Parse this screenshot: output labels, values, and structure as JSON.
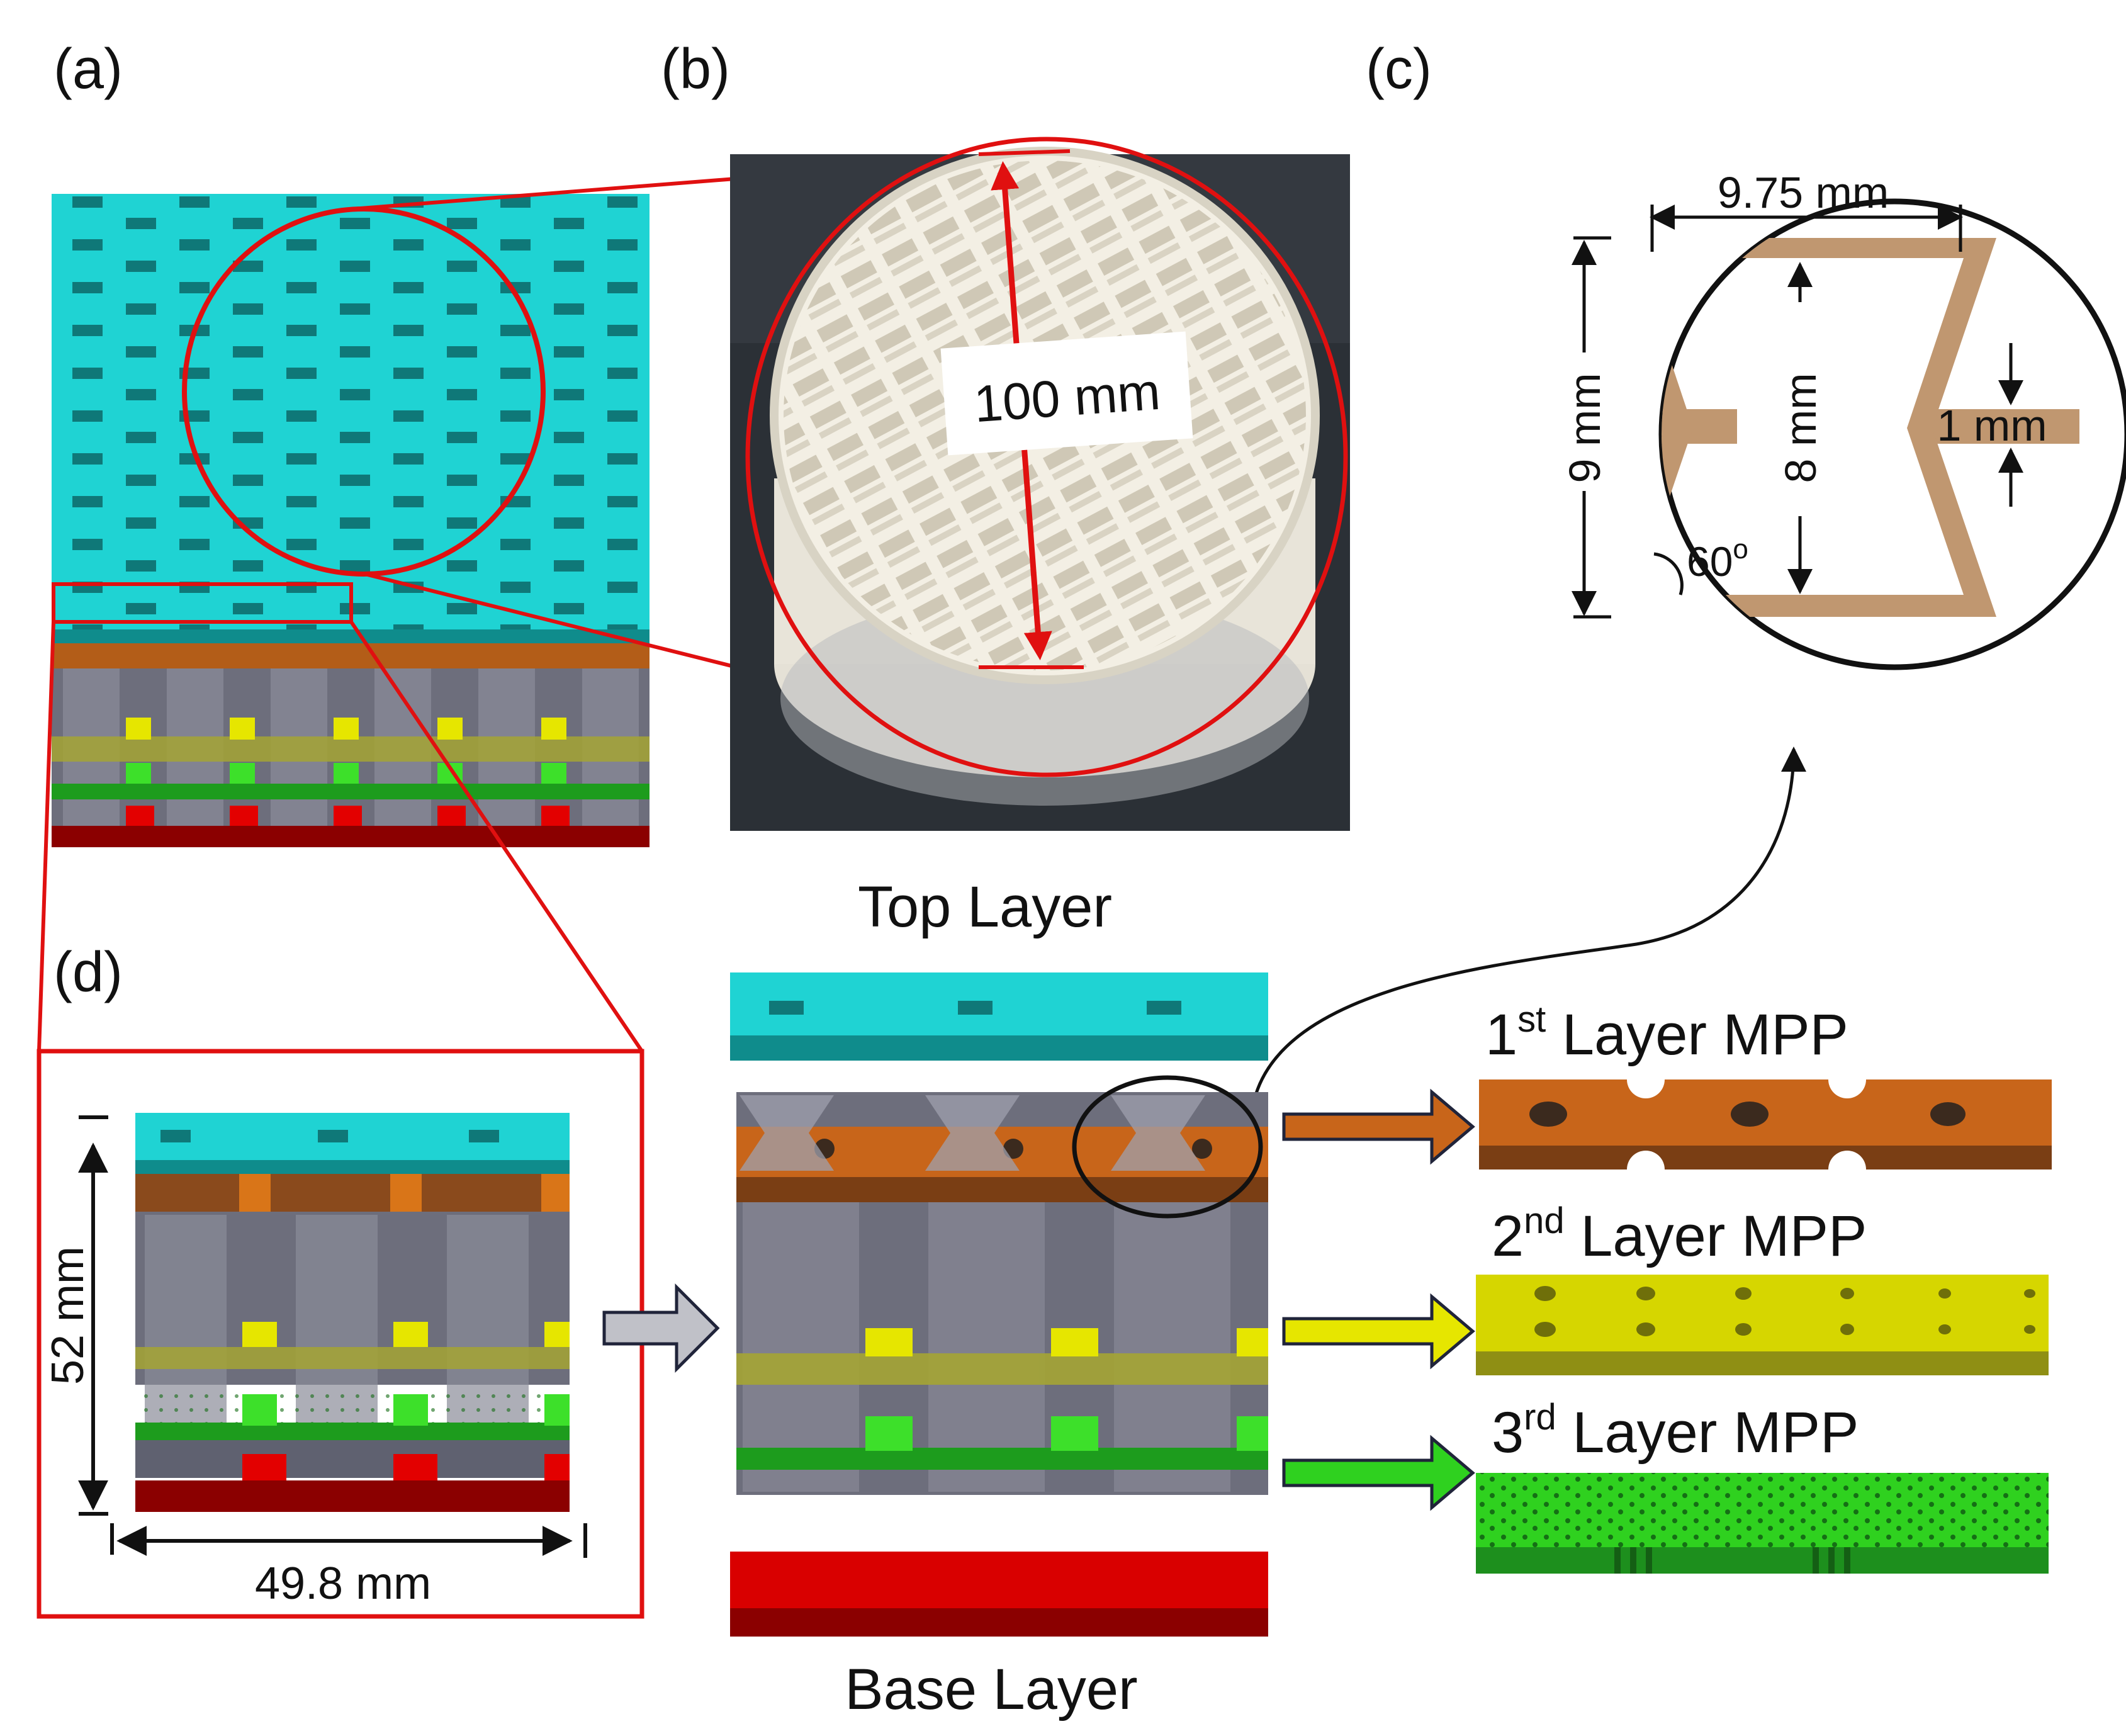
{
  "panels": {
    "a": "(a)",
    "b": "(b)",
    "c": "(c)",
    "d": "(d)"
  },
  "photo": {
    "diameter_label": "100 mm"
  },
  "cell_detail": {
    "width_label": "9.75 mm",
    "height_label": "9 mm",
    "inner_label": "8 mm",
    "thickness_label": "1 mm",
    "angle_label": "60",
    "angle_sup": "o"
  },
  "zoom": {
    "height_label": "52 mm",
    "width_label": "49.8 mm"
  },
  "stack": {
    "top_label": "Top Layer",
    "base_label": "Base Layer"
  },
  "layers": [
    {
      "ord": "1",
      "sup": "st",
      "rest": " Layer MPP",
      "color": "#c8651a"
    },
    {
      "ord": "2",
      "sup": "nd",
      "rest": " Layer MPP",
      "color": "#d6d600"
    },
    {
      "ord": "3",
      "sup": "rd",
      "rest": " Layer MPP",
      "color": "#2fd11f"
    }
  ],
  "colors": {
    "top": "#1fd3d3",
    "top_dark": "#0f8c8c",
    "mpp1": "#c8651a",
    "mpp2": "#d6d600",
    "mpp3": "#2fd11f",
    "base": "#e30000",
    "base_dark": "#8b0000",
    "highlight": "#e01010",
    "cell": "#c09770"
  }
}
